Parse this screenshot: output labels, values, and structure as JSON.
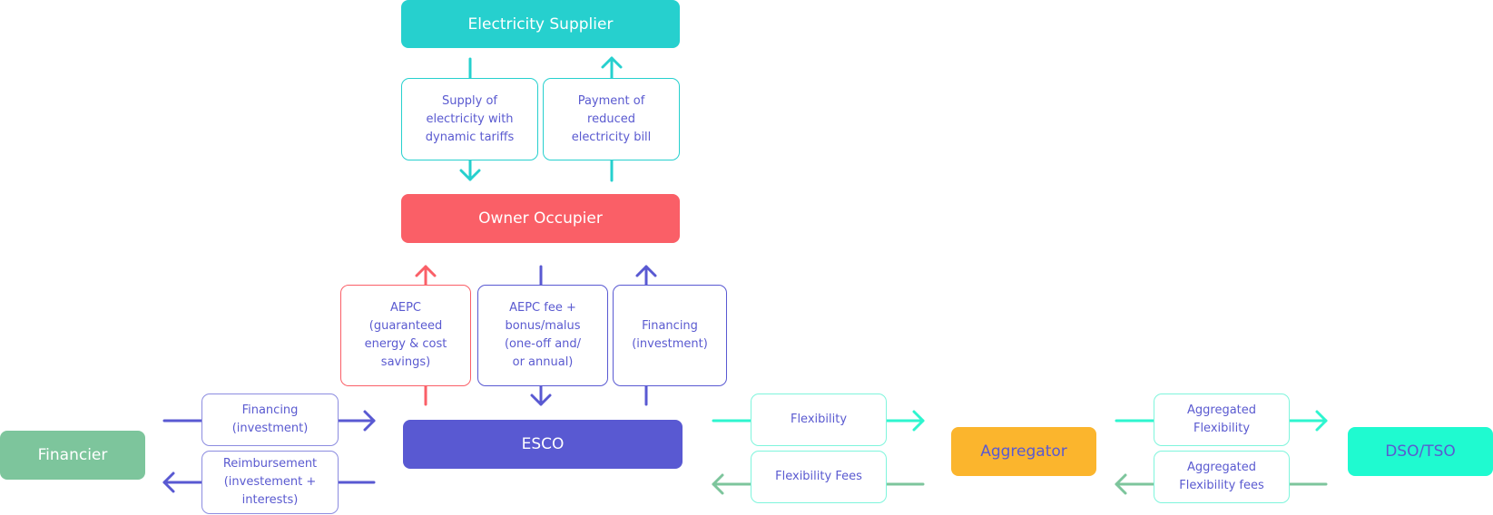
{
  "colors": {
    "supplier": "#26d0ce",
    "owner": "#fa5f67",
    "esco": "#5959d2",
    "financier": "#7dc59c",
    "aggregator": "#fbb52d",
    "dso": "#1ffad0",
    "text_label": "#5a5ad0",
    "teal_line": "#26d0ce",
    "mint_line": "#2ef5cf",
    "green_line": "#7dc59c",
    "purple_line": "#5959d2",
    "red_line": "#fa5f67"
  },
  "nodes": {
    "supplier": "Electricity Supplier",
    "owner": "Owner Occupier",
    "esco": "ESCO",
    "financier": "Financier",
    "aggregator": "Aggregator",
    "dso": "DSO/TSO"
  },
  "flows": {
    "supply": "Supply of\nelectricity with\ndynamic tariffs",
    "payment": "Payment of\nreduced\nelectricity bill",
    "aepc": "AEPC\n(guaranteed\nenergy & cost\nsavings)",
    "aepc_fee": "AEPC fee +\nbonus/malus\n(one-off and/\nor annual)",
    "financing_owner": "Financing\n(investment)",
    "financing_esco": "Financing\n(investment)",
    "reimbursement": "Reimbursement\n(investement +\ninterests)",
    "flexibility": "Flexibility",
    "flexibility_fees": "Flexibility Fees",
    "agg_flexibility": "Aggregated\nFlexibility",
    "agg_flexibility_fees": "Aggregated\nFlexibility fees"
  }
}
